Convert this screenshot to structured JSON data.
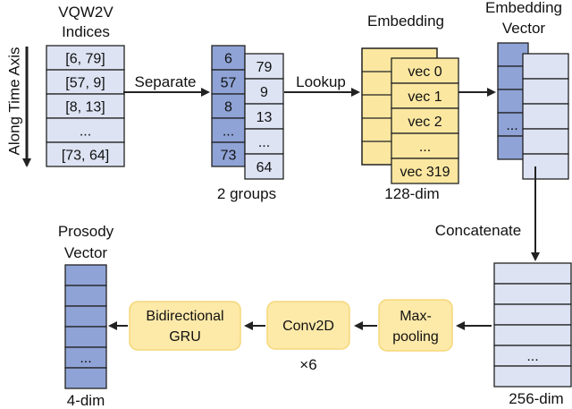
{
  "colors": {
    "light_blue": "#dde3f3",
    "dark_blue": "#8fa3d6",
    "yellow_fill": "#fbe7a0",
    "block_fill": "#fde9a8",
    "block_border": "#f5d87a",
    "stroke": "#222222"
  },
  "time_axis_label": "Along Time Axis",
  "indices": {
    "title_line1": "VQW2V",
    "title_line2": "Indices",
    "rows": [
      "[6, 79]",
      "[57, 9]",
      "[8, 13]",
      "...",
      "[73, 64]"
    ]
  },
  "separate_label": "Separate",
  "groups": {
    "left_values": [
      "6",
      "57",
      "8",
      "...",
      "73"
    ],
    "right_values": [
      "79",
      "9",
      "13",
      "...",
      "64"
    ],
    "caption": "2 groups"
  },
  "lookup_label": "Lookup",
  "embedding": {
    "title": "Embedding",
    "rows": [
      "vec 0",
      "vec 1",
      "vec 2",
      "...",
      "vec 319"
    ],
    "caption": "128-dim"
  },
  "embedding_vector": {
    "title_line1": "Embedding",
    "title_line2": "Vector",
    "ellipsis": "..."
  },
  "concatenate_label": "Concatenate",
  "concat_vector": {
    "ellipsis": "...",
    "caption": "256-dim"
  },
  "blocks": {
    "maxpool_line1": "Max-",
    "maxpool_line2": "pooling",
    "conv": "Conv2D",
    "conv_repeat": "×6",
    "gru_line1": "Bidirectional",
    "gru_line2": "GRU"
  },
  "prosody": {
    "title_line1": "Prosody",
    "title_line2": "Vector",
    "ellipsis": "...",
    "caption": "4-dim"
  }
}
